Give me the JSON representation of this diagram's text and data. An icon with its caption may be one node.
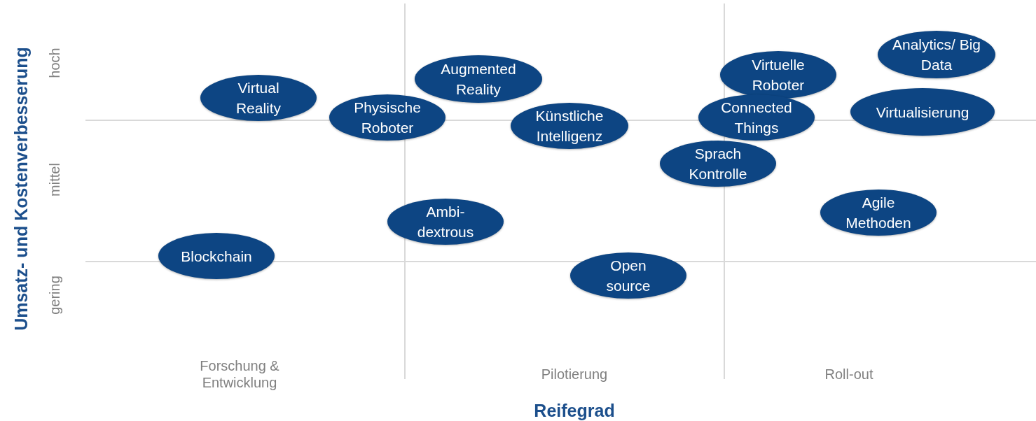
{
  "diagram": {
    "nodes": [
      {
        "text": [
          "Virtual Reality"
        ]
      },
      {
        "text": [
          "Augmented Reality"
        ]
      },
      {
        "text": [
          "Physische Roboter"
        ]
      },
      {
        "text": [
          "Künstliche Intelligenz"
        ]
      },
      {
        "text": [
          "Analytics/ Big Data"
        ]
      },
      {
        "text": [
          "Virtuelle Roboter"
        ]
      },
      {
        "text": [
          "Connected Things"
        ]
      },
      {
        "text": [
          "Virtualisierung"
        ]
      },
      {
        "text": [
          "Sprach Kontrolle"
        ]
      },
      {
        "text": [
          "Agile Methoden"
        ]
      },
      {
        "text": [
          "Ambi-dextrous"
        ]
      },
      {
        "text": [
          "Blockchain"
        ]
      },
      {
        "text": [
          "Open source"
        ]
      }
    ],
    "labels": [
      "Umsatz- und Kostenverbesserung",
      "hoch",
      "mittel",
      "gering",
      "Forschung & Entwicklung",
      "Pilotierung",
      "Roll-out",
      "Reifegrad"
    ]
  }
}
